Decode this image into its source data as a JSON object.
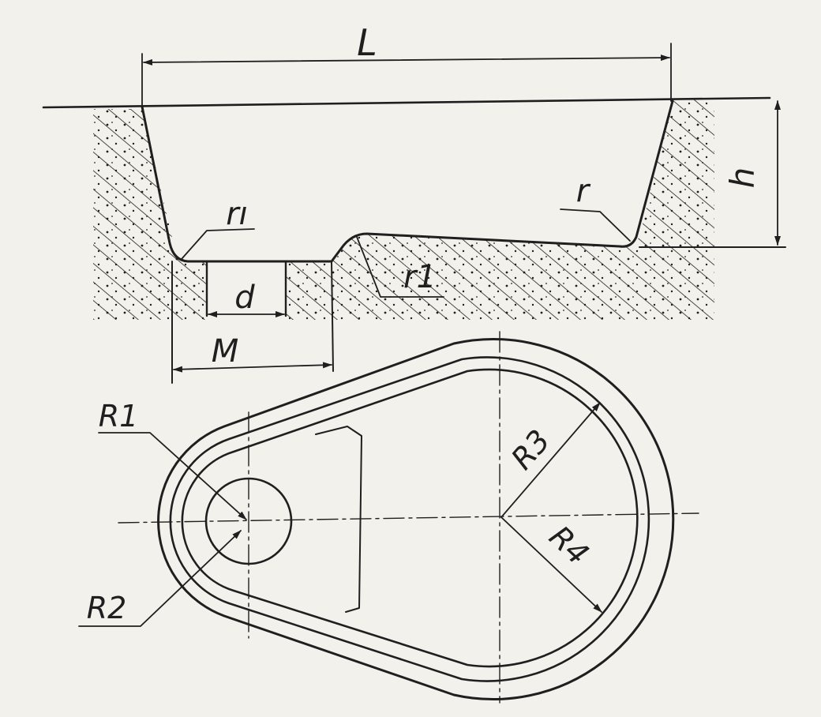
{
  "drawing": {
    "section": {
      "labels": {
        "length": "L",
        "height": "h",
        "radius_bottom_left": "rı",
        "radius_bottom_right": "r",
        "radius_step": "r1",
        "hole_width": "d",
        "pad_width": "M"
      }
    },
    "plan": {
      "labels": {
        "r1": "R1",
        "r2": "R2",
        "r3": "R3",
        "r4": "R4"
      }
    }
  },
  "colors": {
    "ink": "#1f1f1f",
    "paper": "#f3f1ec"
  }
}
